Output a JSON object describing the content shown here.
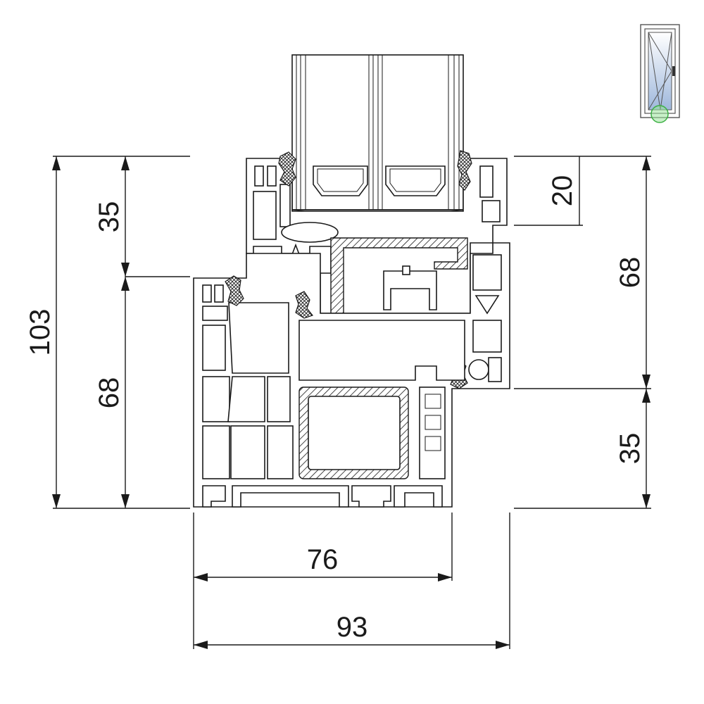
{
  "dimensions": {
    "total_height": "103",
    "sash_upper": "35",
    "frame_lower_left": "68",
    "glass_bead": "20",
    "right_mid": "68",
    "right_lower": "35",
    "frame_width": "76",
    "total_width": "93"
  },
  "icons": {
    "window_thumbnail": "tilt-turn-window-icon",
    "indicator_color": "#3cb043"
  }
}
